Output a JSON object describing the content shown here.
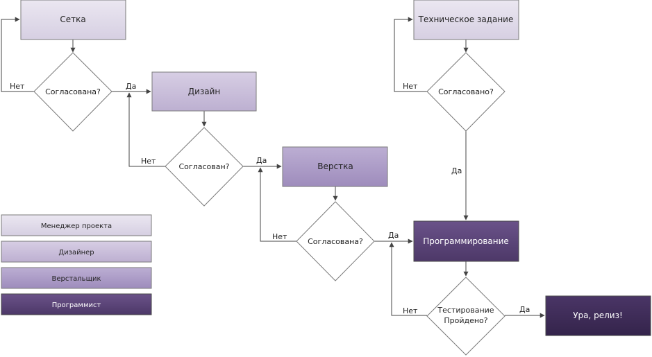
{
  "nodes": {
    "setka": "Сетка",
    "dizain": "Дизайн",
    "verstka": "Верстка",
    "tz": "Техническое задание",
    "programmirovanie": "Программирование",
    "release": "Ура, релиз!"
  },
  "decisions": {
    "d_setka": "Согласована?",
    "d_dizain": "Согласован?",
    "d_verstka": "Согласована?",
    "d_tz": "Согласовано?",
    "d_test_line1": "Тестирование",
    "d_test_line2": "Пройдено?"
  },
  "edge_labels": {
    "no_setka": "Нет",
    "yes_setka": "Да",
    "no_dizain": "Нет",
    "yes_dizain": "Да",
    "no_verstka": "Нет",
    "yes_verstka": "Да",
    "no_tz": "Нет",
    "yes_tz": "Да",
    "no_test": "Нет",
    "yes_test": "Да"
  },
  "legend": [
    {
      "label": "Менеджер проекта",
      "color": "#e0dbe9"
    },
    {
      "label": "Дизайнер",
      "color": "#cbc0db"
    },
    {
      "label": "Верстальщик",
      "color": "#ad9cc7"
    },
    {
      "label": "Программист",
      "color": "#5a4377"
    }
  ],
  "colors": {
    "manager": "#e0dbe9",
    "designer": "#cbc0db",
    "layout": "#ad9cc7",
    "programmer": "#5a4377",
    "release": "#3e2c57"
  }
}
